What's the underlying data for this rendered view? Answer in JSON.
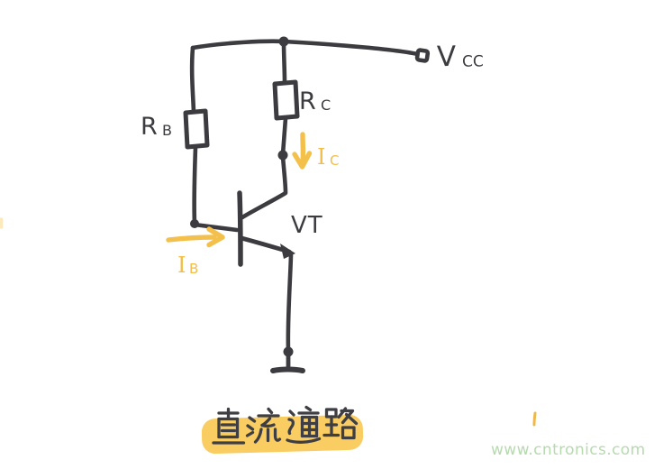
{
  "colors": {
    "background": "#ffffff",
    "ink": "#3b3b40",
    "accent_yellow": "#f4c04c",
    "caption_highlight": "#facd62",
    "watermark_green": "#b6daae"
  },
  "labels": {
    "vcc": {
      "main": "V",
      "sub": "CC"
    },
    "rb": {
      "main": "R",
      "sub": "B"
    },
    "rc": {
      "main": "R",
      "sub": "C"
    },
    "ic": {
      "main": "I",
      "sub": "C"
    },
    "ib": {
      "main": "I",
      "sub": "B"
    },
    "vt": "VT"
  },
  "caption": {
    "text": "直流通路"
  },
  "watermark": {
    "text": "www.cntronics.com"
  }
}
